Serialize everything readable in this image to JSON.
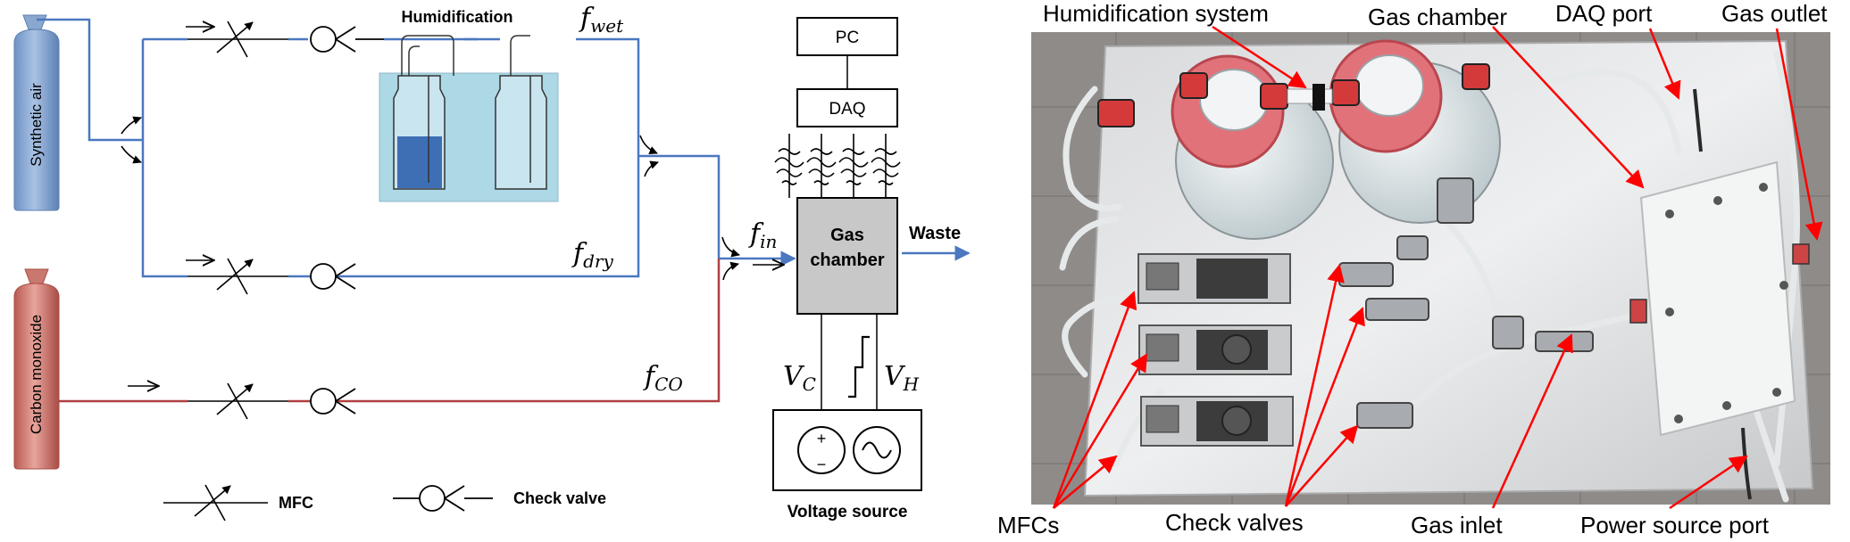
{
  "schematic": {
    "cylinder_air": "Synthetic air",
    "cylinder_co": "Carbon monoxide",
    "humidification": "Humidification",
    "f_wet": "f",
    "f_wet_sub": "wet",
    "f_dry": "f",
    "f_dry_sub": "dry",
    "f_co": "f",
    "f_co_sub": "CO",
    "f_in": "f",
    "f_in_sub": "in",
    "pc": "PC",
    "daq": "DAQ",
    "gas_chamber_line1": "Gas",
    "gas_chamber_line2": "chamber",
    "waste": "Waste",
    "v_c": "V",
    "v_c_sub": "C",
    "v_h": "V",
    "v_h_sub": "H",
    "plus": "+",
    "minus": "−",
    "voltage_source": "Voltage source",
    "legend_mfc": "MFC",
    "legend_check_valve": "Check valve"
  },
  "photo": {
    "labels": {
      "humidification_system": "Humidification system",
      "gas_chamber": "Gas chamber",
      "daq_port": "DAQ port",
      "gas_outlet": "Gas outlet",
      "mfcs": "MFCs",
      "check_valves": "Check valves",
      "gas_inlet": "Gas inlet",
      "power_source_port": "Power source port"
    }
  },
  "colors": {
    "air_line": "#4a78c0",
    "co_line": "#b04040",
    "water": "#add8e6",
    "annotation_arrow": "#ff0000"
  }
}
